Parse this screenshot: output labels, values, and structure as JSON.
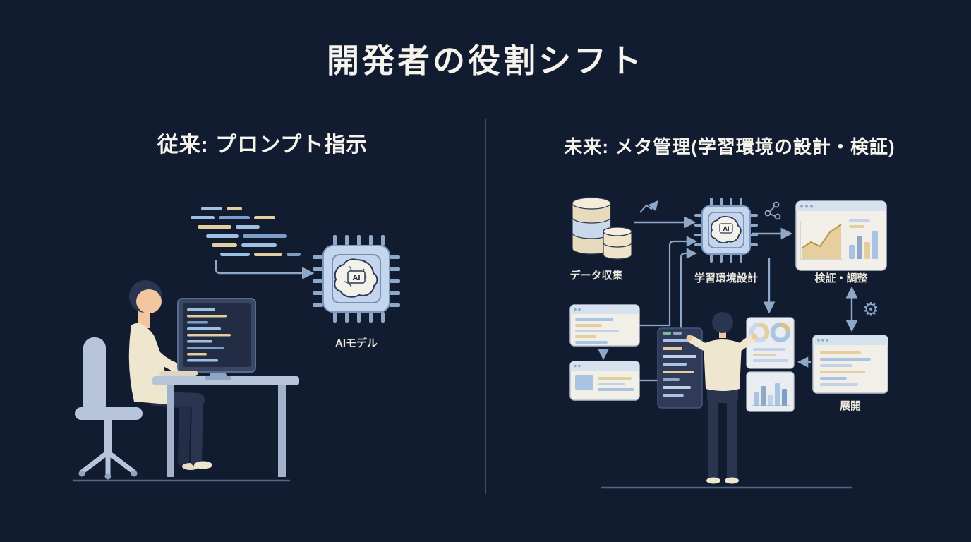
{
  "slide": {
    "title": "開発者の役割シフト"
  },
  "left_section": {
    "heading": "従来: プロンプト指示",
    "ai_chip_label": "AI",
    "caption": "AIモデル"
  },
  "right_section": {
    "heading": "未来: メタ管理(学習環境の設計・検証)",
    "ai_chip_label": "AI",
    "labels": {
      "data_collection": "データ収集",
      "learning_env_design": "学習環境設計",
      "verification_adjustment": "検証・調整",
      "deployment": "展開"
    },
    "gear_icon": "⚙"
  },
  "colors": {
    "background": "#121c31",
    "text": "#f6f3ec",
    "accent_blue": "#a9c3e2",
    "accent_tan": "#e3cf9e",
    "chip_fill": "#c3d6ee",
    "panel_fill": "#f2efe8",
    "dark_panel": "#2f3b59",
    "line": "#8fa8c8"
  }
}
